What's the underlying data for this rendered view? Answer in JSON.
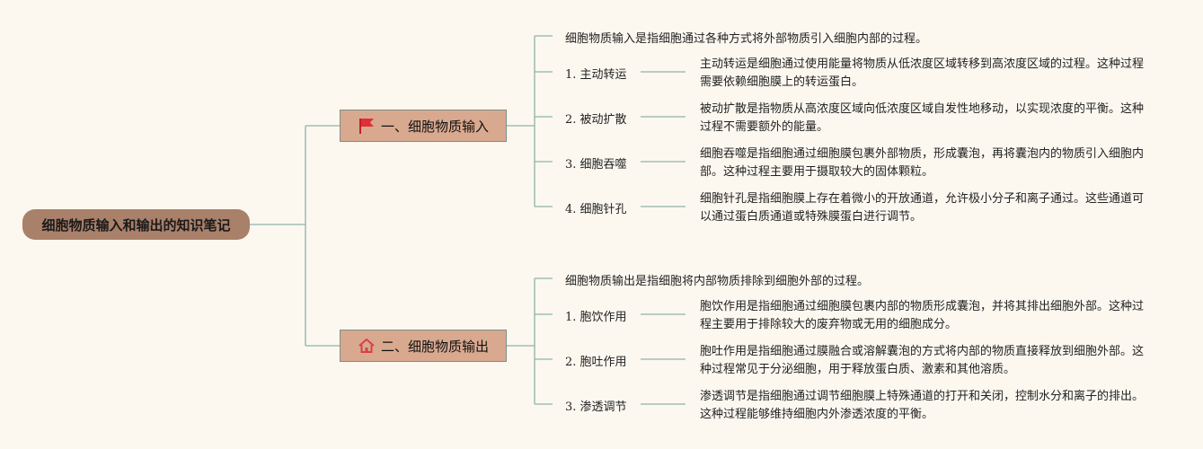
{
  "root": {
    "title": "细胞物质输入和输出的知识笔记"
  },
  "topics": [
    {
      "label": "一、细胞物质输入",
      "icon": "red-flag-icon",
      "intro": "细胞物质输入是指细胞通过各种方式将外部物质引入细胞内部的过程。",
      "items": [
        {
          "label": "1. 主动转运",
          "desc": "主动转运是细胞通过使用能量将物质从低浓度区域转移到高浓度区域的过程。这种过程需要依赖细胞膜上的转运蛋白。"
        },
        {
          "label": "2. 被动扩散",
          "desc": "被动扩散是指物质从高浓度区域向低浓度区域自发性地移动，以实现浓度的平衡。这种过程不需要额外的能量。"
        },
        {
          "label": "3. 细胞吞噬",
          "desc": "细胞吞噬是指细胞通过细胞膜包裹外部物质，形成囊泡，再将囊泡内的物质引入细胞内部。这种过程主要用于摄取较大的固体颗粒。"
        },
        {
          "label": "4. 细胞针孔",
          "desc": "细胞针孔是指细胞膜上存在着微小的开放通道，允许极小分子和离子通过。这些通道可以通过蛋白质通道或特殊膜蛋白进行调节。"
        }
      ]
    },
    {
      "label": "二、细胞物质输出",
      "icon": "house-icon",
      "intro": "细胞物质输出是指细胞将内部物质排除到细胞外部的过程。",
      "items": [
        {
          "label": "1. 胞饮作用",
          "desc": "胞饮作用是指细胞通过细胞膜包裹内部的物质形成囊泡，并将其排出细胞外部。这种过程主要用于排除较大的废弃物或无用的细胞成分。"
        },
        {
          "label": "2. 胞吐作用",
          "desc": "胞吐作用是指细胞通过膜融合或溶解囊泡的方式将内部的物质直接释放到细胞外部。这种过程常见于分泌细胞，用于释放蛋白质、激素和其他溶质。"
        },
        {
          "label": "3. 渗透调节",
          "desc": "渗透调节是指细胞通过调节细胞膜上特殊通道的打开和关闭，控制水分和离子的排出。这种过程能够维持细胞内外渗透浓度的平衡。"
        }
      ]
    }
  ],
  "colors": {
    "line": "#8fb3a7",
    "root_bg": "#a9806a",
    "topic_bg": "#d9a98f",
    "flag": "#e0303a",
    "house": "#d9404a"
  }
}
